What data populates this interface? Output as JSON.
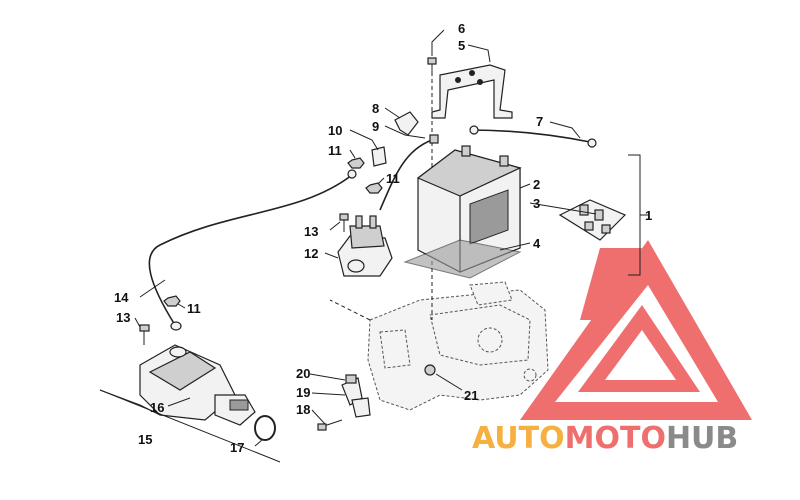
{
  "callouts": {
    "c1": "1",
    "c2": "2",
    "c3": "3",
    "c4": "4",
    "c5": "5",
    "c6": "6",
    "c7": "7",
    "c8": "8",
    "c9": "9",
    "c10": "10",
    "c11a": "11",
    "c11b": "11",
    "c11c": "11",
    "c12": "12",
    "c13a": "13",
    "c13b": "13",
    "c14": "14",
    "c15": "15",
    "c16": "16",
    "c17": "17",
    "c18": "18",
    "c19": "19",
    "c20": "20",
    "c21": "21"
  },
  "watermark": {
    "part1": "AUTO",
    "part2": "MOTO",
    "part3": "HUB",
    "color_red": "#ef6f6f",
    "color_orange": "#f5b041",
    "color_gray": "#8a8a8a"
  }
}
